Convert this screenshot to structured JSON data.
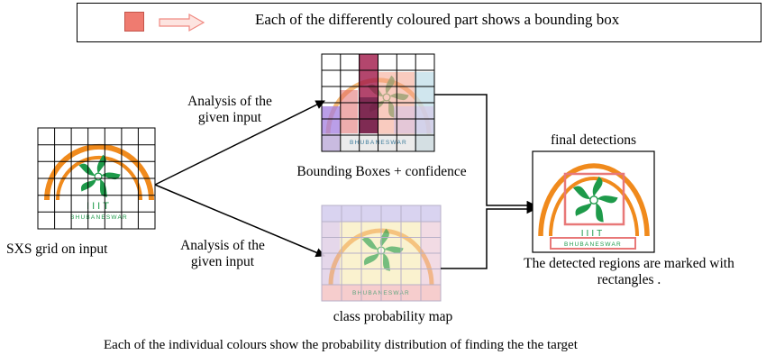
{
  "legend": {
    "text": "Each of the differently coloured part shows a bounding box",
    "swatch_color": "#ef7b70",
    "arrow_color": "#f4a8a0"
  },
  "input": {
    "caption": "SXS grid on input",
    "logo_text": "IIIT",
    "logo_subtext": "BHUBANESWAR"
  },
  "arrows": {
    "top_label": "Analysis of the given input",
    "bottom_label": "Analysis of the given input"
  },
  "bounding_boxes": {
    "caption": "Bounding Boxes + confidence"
  },
  "class_map": {
    "caption": "class probability map"
  },
  "output": {
    "title": "final detections",
    "caption": "The detected regions are marked with rectangles ."
  },
  "footer": "Each of the individual colours show the probability distribution of finding the the target",
  "colors": {
    "logo_orange": "#f08a1c",
    "logo_green": "#1e9a4a",
    "grid_line": "#000000"
  }
}
